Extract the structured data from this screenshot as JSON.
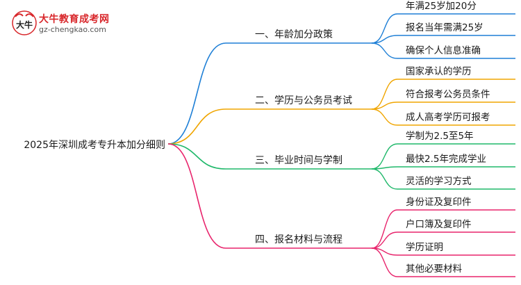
{
  "logo": {
    "mark_text": "大牛",
    "title": "大牛教育成考网",
    "url": "gz-chengkao.com"
  },
  "root": {
    "label": "2025年深圳成考专升本加分细则"
  },
  "branches": [
    {
      "label": "一、年龄加分政策",
      "color": "#1e7fd6",
      "items": [
        "年满25岁加20分",
        "报名当年需满25岁",
        "确保个人信息准确"
      ]
    },
    {
      "label": "二、学历与公务员考试",
      "color": "#f0a500",
      "items": [
        "国家承认的学历",
        "符合报考公务员条件",
        "成人高考学历可报考"
      ]
    },
    {
      "label": "三、毕业时间与学制",
      "color": "#1fb86a",
      "items": [
        "学制为2.5至5年",
        "最快2.5年完成学业",
        "灵活的学习方式"
      ]
    },
    {
      "label": "四、报名材料与流程",
      "color": "#e8246c",
      "items": [
        "身份证及复印件",
        "户口簿及复印件",
        "学历证明",
        "其他必要材料"
      ]
    }
  ]
}
